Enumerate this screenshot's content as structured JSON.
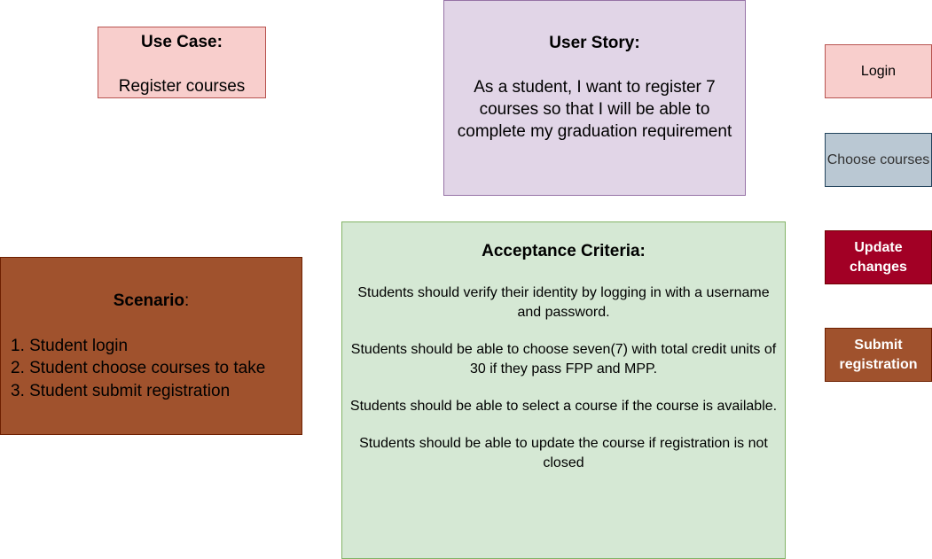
{
  "use_case": {
    "title": "Use Case:",
    "body": "Register courses"
  },
  "user_story": {
    "title": "User Story:",
    "body": "As a student, I want to register 7 courses so that I will be able to complete my graduation requirement"
  },
  "scenario": {
    "title": "Scenario",
    "title_suffix": ":",
    "steps": [
      "1. Student login",
      "2. Student choose courses to take",
      "3. Student submit registration"
    ]
  },
  "acceptance_criteria": {
    "title": "Acceptance Criteria:",
    "items": [
      "Students should verify their identity by logging in with a username and password.",
      "Students should be able to choose seven(7) with total credit units of 30 if they pass FPP and MPP.",
      "Students should be able to select a course if the course is available.",
      "Students should be able to update the course if registration is not closed"
    ]
  },
  "actions": {
    "login": "Login",
    "choose_courses": "Choose courses",
    "update_changes": "Update changes",
    "submit_registration": "Submit registration"
  },
  "colors": {
    "use_case_fill": "#f8cecc",
    "user_story_fill": "#e1d5e7",
    "scenario_fill": "#a0522d",
    "acceptance_fill": "#d5e8d4",
    "login_fill": "#f8cecc",
    "choose_fill": "#bac8d3",
    "update_fill": "#a20025",
    "submit_fill": "#a0522d"
  }
}
